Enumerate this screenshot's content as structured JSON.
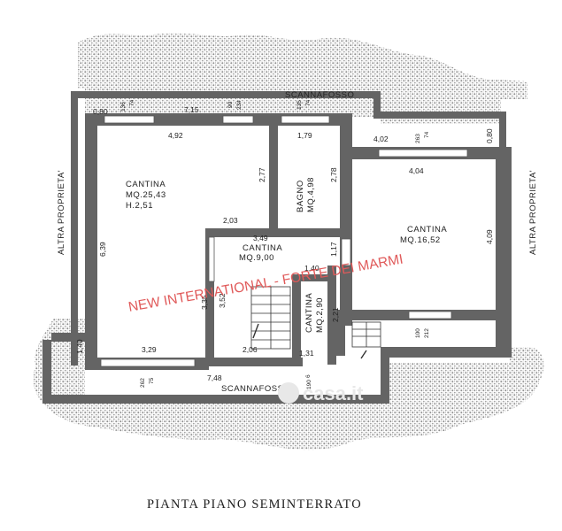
{
  "plan_title": "PIANTA PIANO SEMINTERRATO",
  "watermark": "NEW INTERNATIONAL - FORTE DEI MARMI",
  "watermark_brand": "casa.it",
  "labels": {
    "scannafosso_top": "SCANNAFOSSO",
    "scannafosso_bottom": "SCANNAFOSSO",
    "altra_left": "ALTRA PROPRIETA'",
    "altra_right": "ALTRA PROPRIETA'"
  },
  "rooms": {
    "cantina_large": {
      "name": "CANTINA",
      "area": "MQ.25,43",
      "height": "H.2,51"
    },
    "bagno": {
      "name": "BAGNO",
      "area": "MQ.4,98"
    },
    "cantina_right": {
      "name": "CANTINA",
      "area": "MQ.16,52"
    },
    "cantina_center": {
      "name": "CANTINA",
      "area": "MQ.9,00"
    },
    "cantina_small": {
      "name": "CANTINA",
      "area": "MQ.2,90"
    }
  },
  "dimensions": {
    "d_080_left": "0,80",
    "d_136": "136",
    "d_74_a": "74",
    "d_715": "7,15",
    "d_90": "90",
    "d_234": "234",
    "d_135": "135",
    "d_74_b": "74",
    "d_263": "263",
    "d_74_c": "74",
    "d_080_right": "0,80",
    "d_492": "4,92",
    "d_179": "1,79",
    "d_402": "4,02",
    "d_404": "4,04",
    "d_277": "2,77",
    "d_278": "2,78",
    "d_203": "2,03",
    "d_639": "6,39",
    "d_349": "3,49",
    "d_409": "4,09",
    "d_117": "1,17",
    "d_140_a": "1,40",
    "d_335": "3,35",
    "d_352": "3,52",
    "d_221": "2,21",
    "d_140_b": "1,40",
    "d_329": "3,29",
    "d_206": "2,06",
    "d_131": "1,31",
    "d_100": "100",
    "d_212": "212",
    "d_748": "7,48",
    "d_262": "262",
    "d_75": "75",
    "d_6": "6",
    "d_190": "190"
  },
  "colors": {
    "wall": "#646464",
    "ground": "#9a9a9a",
    "watermark": "#e05a5a"
  }
}
